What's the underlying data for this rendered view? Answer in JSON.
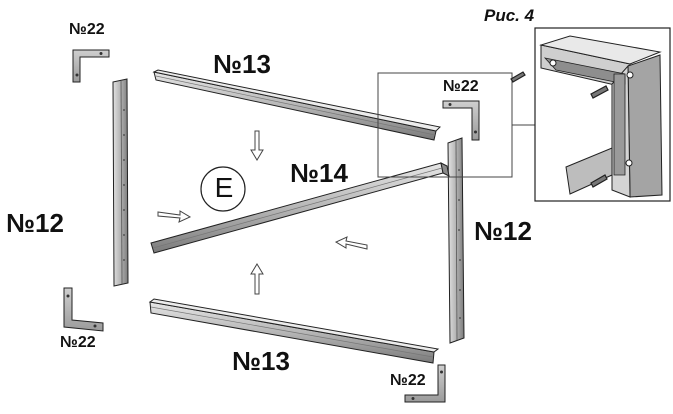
{
  "figure": {
    "caption": "Рис. 4"
  },
  "parts": {
    "rail_top": "№13",
    "rail_bottom": "№13",
    "diagonal": "№14",
    "post_left": "№12",
    "post_right": "№12"
  },
  "brackets": {
    "top_left": "№22",
    "bottom_left": "№22",
    "inset": "№22",
    "bottom_right": "№22"
  },
  "marker": {
    "letter": "E"
  },
  "colors": {
    "metal_light": "#d8d8d8",
    "metal_mid": "#a9a9a9",
    "metal_dark": "#6f6f6f",
    "line": "#222222"
  }
}
